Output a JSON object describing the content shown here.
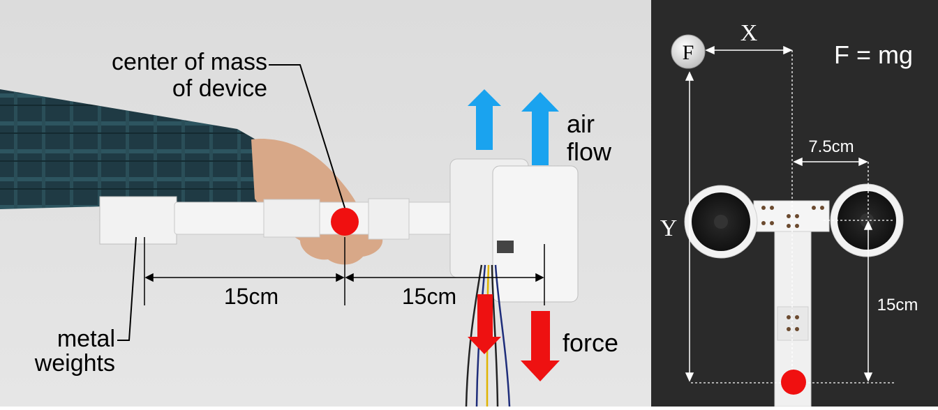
{
  "left_panel": {
    "labels": {
      "center_of_mass_line1": "center of mass",
      "center_of_mass_line2": "of device",
      "air_flow_line1": "air",
      "air_flow_line2": "flow",
      "force": "force",
      "metal_weights_line1": "metal",
      "metal_weights_line2": "weights",
      "dim_left": "15cm",
      "dim_right": "15cm"
    },
    "colors": {
      "arrow_air": "#1aa3ef",
      "arrow_force": "#ee1111",
      "center_dot": "#f01010"
    }
  },
  "right_panel": {
    "labels": {
      "force_symbol": "F",
      "formula": "F = mg",
      "x_label": "X",
      "y_label": "Y",
      "dim_fan_offset": "7.5cm",
      "dim_length": "15cm"
    },
    "colors": {
      "background": "#2a2a2a",
      "center_dot": "#f01010"
    }
  }
}
